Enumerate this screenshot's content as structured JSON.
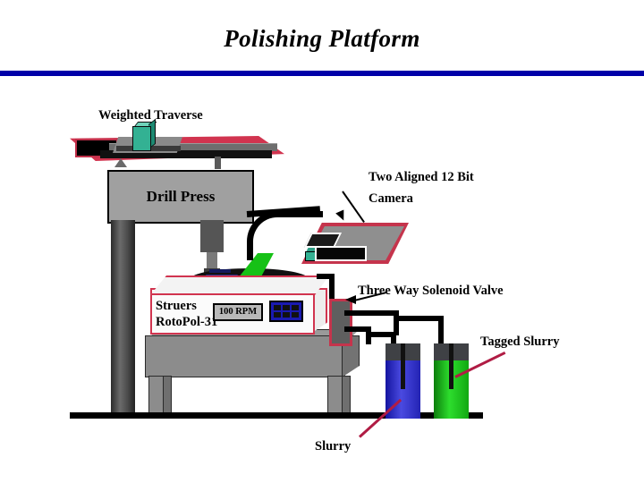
{
  "page": {
    "title": "Polishing Platform",
    "accent_rule_color": "#0000a8",
    "background": "#ffffff"
  },
  "diagram": {
    "labels": {
      "weighted_traverse": "Weighted Traverse",
      "drill_press": "Drill Press",
      "camera_line1": "Two Aligned 12 Bit",
      "camera_line2": "Camera",
      "solenoid_valve": "Three Way Solenoid Valve",
      "tagged_slurry": "Tagged Slurry",
      "slurry": "Slurry"
    },
    "machine": {
      "brand": "Struers",
      "model": "RotoPol-31",
      "display_value": "100 RPM",
      "keypad_keys": [
        "",
        "",
        "",
        "",
        "",
        ""
      ]
    },
    "containers": [
      {
        "name": "slurry",
        "fill_color": "#2222cc",
        "cap_color": "#3f4145"
      },
      {
        "name": "tagged-slurry",
        "fill_color": "#11a811",
        "cap_color": "#3f4145"
      }
    ],
    "colors": {
      "crimson": "#d1344f",
      "teal_weight": "#33b193",
      "jet_green": "#16c116",
      "splash_yellow": "#f3e008",
      "keypad_blue": "#1a1ab0",
      "metal_gray": "#8c8c8c"
    }
  }
}
